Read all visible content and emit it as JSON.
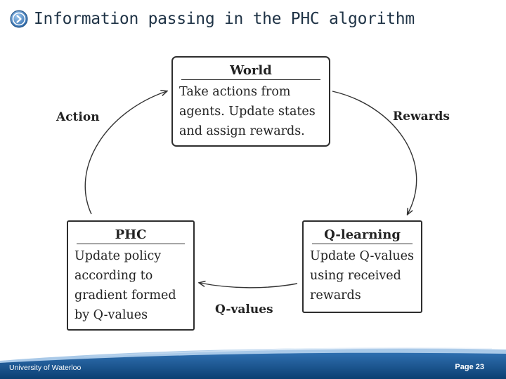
{
  "slide": {
    "title": "Information passing in the PHC algorithm",
    "title_icon": "circle-arrow-icon"
  },
  "diagram": {
    "world": {
      "title": "World",
      "lines": [
        "Take actions from",
        "agents.  Update states",
        "and assign rewards."
      ]
    },
    "phc": {
      "title": "PHC",
      "lines": [
        "Update policy",
        "according to",
        "gradient formed",
        "by Q-values"
      ]
    },
    "qlearning": {
      "title": "Q-learning",
      "lines": [
        "Update Q-values",
        "using received",
        "rewards"
      ]
    },
    "edges": {
      "action": "Action",
      "rewards": "Rewards",
      "qvalues": "Q-values"
    }
  },
  "footer": {
    "institution": "University of Waterloo",
    "page": "Page 23"
  },
  "colors": {
    "title": "#1f3346",
    "footer_band": "#0d4a80",
    "accent": "#3a7bc0"
  }
}
